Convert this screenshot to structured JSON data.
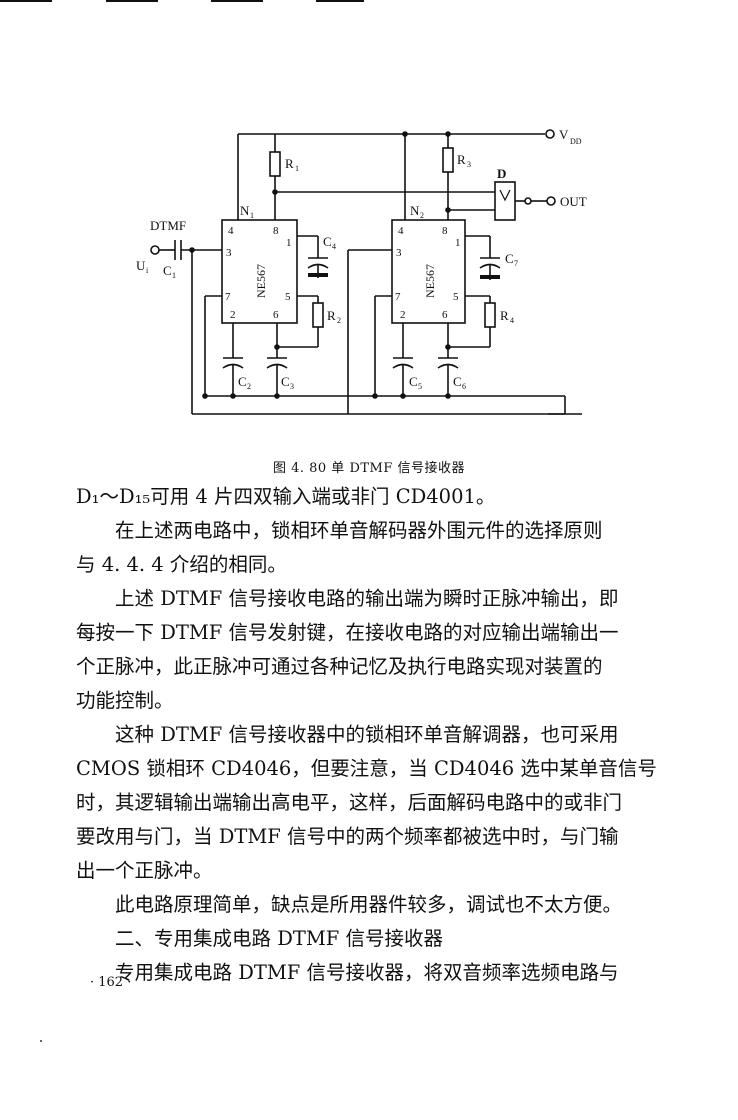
{
  "figure": {
    "caption": "图 4. 80   单 DTMF 信号接收器",
    "labels": {
      "vdd": "V",
      "vdd_sub": "DD",
      "out": "OUT",
      "d": "D",
      "dtmf": "DTMF",
      "u": "U",
      "u_sub": "i",
      "r1": "R",
      "r1_sub": "1",
      "r2": "R",
      "r2_sub": "2",
      "r3": "R",
      "r3_sub": "3",
      "r4": "R",
      "r4_sub": "4",
      "c1": "C",
      "c1_sub": "1",
      "c2": "C",
      "c2_sub": "2",
      "c3": "C",
      "c3_sub": "3",
      "c4": "C",
      "c4_sub": "4",
      "c5": "C",
      "c5_sub": "5",
      "c6": "C",
      "c6_sub": "6",
      "c7": "C",
      "c7_sub": "7",
      "n1": "N",
      "n1_sub": "1",
      "n2": "N",
      "n2_sub": "2",
      "chip": "NE567",
      "pins": [
        "1",
        "2",
        "3",
        "4",
        "5",
        "6",
        "7",
        "8"
      ]
    }
  },
  "text": {
    "p1": "D₁～D₁₅可用 4 片四双输入端或非门 CD4001。",
    "p2_l1": "在上述两电路中，锁相环单音解码器外围元件的选择原则",
    "p2_l2": "与 4. 4. 4 介绍的相同。",
    "p3_l1": "上述 DTMF 信号接收电路的输出端为瞬时正脉冲输出，即",
    "p3_l2": "每按一下 DTMF 信号发射键，在接收电路的对应输出端输出一",
    "p3_l3": "个正脉冲，此正脉冲可通过各种记忆及执行电路实现对装置的",
    "p3_l4": "功能控制。",
    "p4_l1": "这种 DTMF 信号接收器中的锁相环单音解调器，也可采用",
    "p4_l2": "CMOS 锁相环 CD4046，但要注意，当 CD4046 选中某单音信号",
    "p4_l3": "时，其逻辑输出端输出高电平，这样，后面解码电路中的或非门",
    "p4_l4": "要改用与门，当 DTMF 信号中的两个频率都被选中时，与门输",
    "p4_l5": "出一个正脉冲。",
    "p5": "此电路原理简单，缺点是所用器件较多，调试也不太方便。",
    "p6": "二、专用集成电路 DTMF 信号接收器",
    "p7": "专用集成电路 DTMF 信号接收器，将双音频率选频电路与"
  },
  "page_number": "· 162 ·"
}
